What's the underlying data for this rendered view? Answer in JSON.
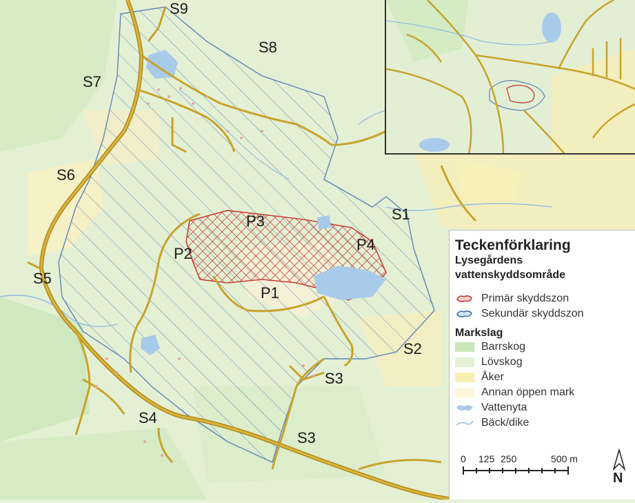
{
  "map": {
    "labels": {
      "s9": "S9",
      "s8": "S8",
      "s7": "S7",
      "s6": "S6",
      "s5": "S5",
      "s4": "S4",
      "s3a": "S3",
      "s3b": "S3",
      "s2": "S2",
      "s1": "S1",
      "p1": "P1",
      "p2": "P2",
      "p3": "P3",
      "p4": "P4"
    }
  },
  "legend": {
    "title": "Teckenförklaring",
    "subtitle_line1": "Lysegårdens",
    "subtitle_line2": "vattenskyddsområde",
    "zones": [
      {
        "label": "Primär skyddszon",
        "color": "#c8413a"
      },
      {
        "label": "Sekundär skyddszon",
        "color": "#3f74b3"
      }
    ],
    "landuse_title": "Markslag",
    "landuse": [
      {
        "label": "Barrskog",
        "color": "#c9e6b8"
      },
      {
        "label": "Lövskog",
        "color": "#e4f2d6"
      },
      {
        "label": "Åker",
        "color": "#f7efb0"
      },
      {
        "label": "Annan öppen mark",
        "color": "#fbf6d9"
      },
      {
        "label": "Vattenyta",
        "color": "#a9cbea"
      },
      {
        "label": "Bäck/dike",
        "color": "#8fbce0"
      }
    ],
    "scale": {
      "t0": "0",
      "t1": "125",
      "t2": "250",
      "t3": "500 m"
    },
    "north": "N"
  }
}
